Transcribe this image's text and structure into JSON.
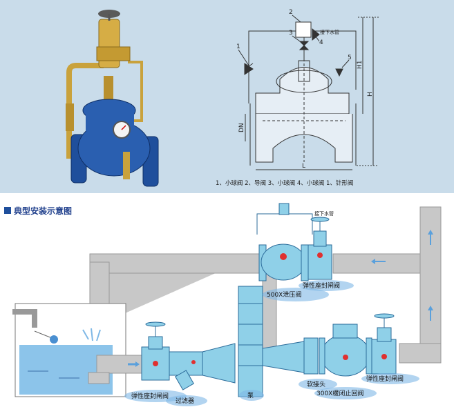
{
  "section_title": "典型安装示意图",
  "legend_text": "1、小球阀   2、导阀   3、小球阀   4、小球阀   1、针形阀",
  "schematic": {
    "callouts": [
      "1",
      "2",
      "3",
      "4",
      "5"
    ],
    "drain_label": "接下水管",
    "dims": {
      "h1": "H1",
      "h": "H",
      "dn": "DN",
      "l": "L"
    }
  },
  "install": {
    "drain_label": "接下水管",
    "labels": {
      "relief_valve": "500X泄压阀",
      "gate_valve_top": "弹性座封闸阀",
      "gate_valve_left": "弹性座封闸阀",
      "strainer": "过滤器",
      "pump": "泵",
      "flex_joint": "软接头",
      "check_valve": "300X缓闭止回阀",
      "gate_valve_right": "弹性座封闸阀"
    }
  },
  "colors": {
    "panel_bg": "#c9dcea",
    "valve_blue": "#1f4f9c",
    "brass": "#c9a23c",
    "pipe_gray": "#c8c8c8",
    "water": "#8cc4ea",
    "label_cloud": "#7fb8e6",
    "accent_square": "#1f4f9c"
  }
}
